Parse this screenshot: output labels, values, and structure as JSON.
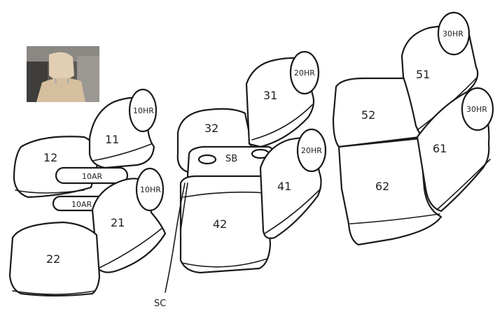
{
  "labels": {
    "seat_11": "11",
    "seat_12": "12",
    "seat_21": "21",
    "seat_22": "22",
    "armrest_10ar_a": "10AR",
    "armrest_10ar_b": "10AR",
    "headrest_10hr_a": "10HR",
    "headrest_10hr_b": "10HR",
    "seat_31": "31",
    "seat_32": "32",
    "seat_41": "41",
    "seat_42": "42",
    "headrest_20hr_a": "20HR",
    "headrest_20hr_b": "20HR",
    "console_sb": "SB",
    "console_sc": "SC",
    "seat_51": "51",
    "seat_52": "52",
    "seat_61": "61",
    "seat_62": "62",
    "headrest_30hr_a": "30HR",
    "headrest_30hr_b": "30HR"
  },
  "colors": {
    "outline": "#1a1a1a",
    "photo_seat": "#d9c3a5",
    "photo_bg": "#6e6a66"
  }
}
